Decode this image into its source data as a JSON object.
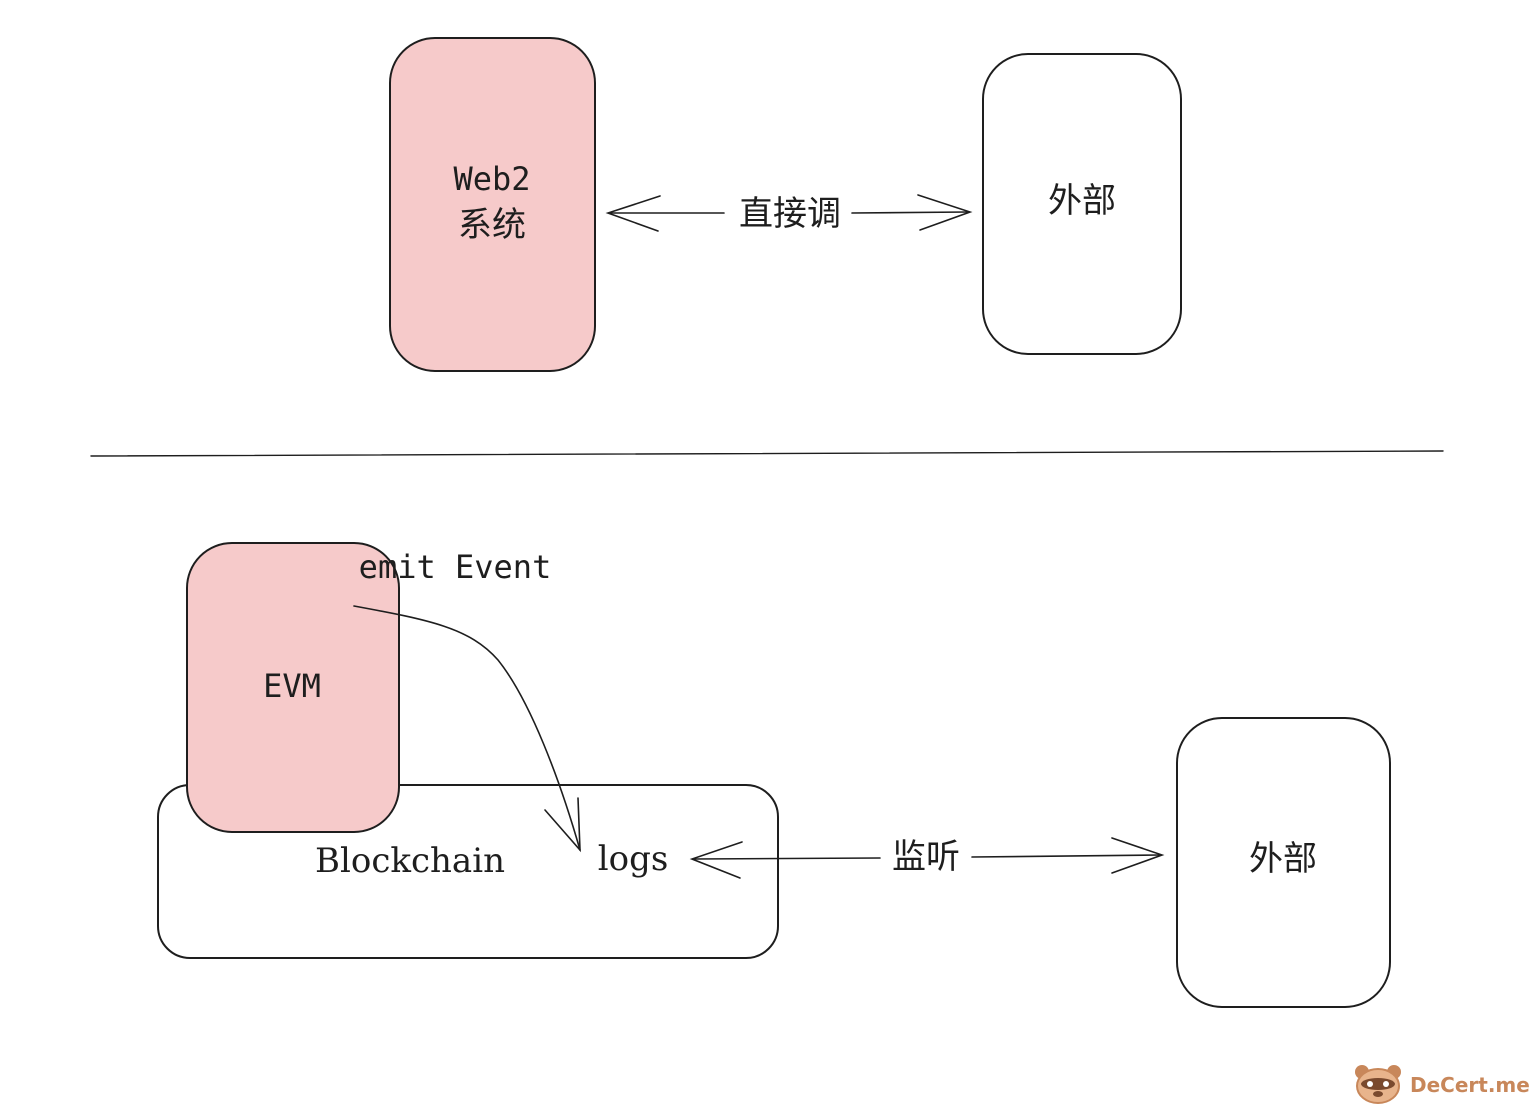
{
  "top": {
    "web2_box": {
      "line1": "Web2",
      "line2": "系统"
    },
    "arrow_label": "直接调",
    "external_box": {
      "label": "外部"
    }
  },
  "bottom": {
    "evm_box": {
      "label": "EVM"
    },
    "emit_label": "emit Event",
    "blockchain_label": "Blockchain",
    "logs_label": "logs",
    "arrow_label": "监听",
    "external_box": {
      "label": "外部"
    }
  },
  "watermark": {
    "icon": "raccoon-logo-icon",
    "text": "DeCert.me",
    "color": "#c8875a"
  },
  "colors": {
    "highlight_fill": "#f6caca",
    "stroke": "#1e1e1e"
  }
}
